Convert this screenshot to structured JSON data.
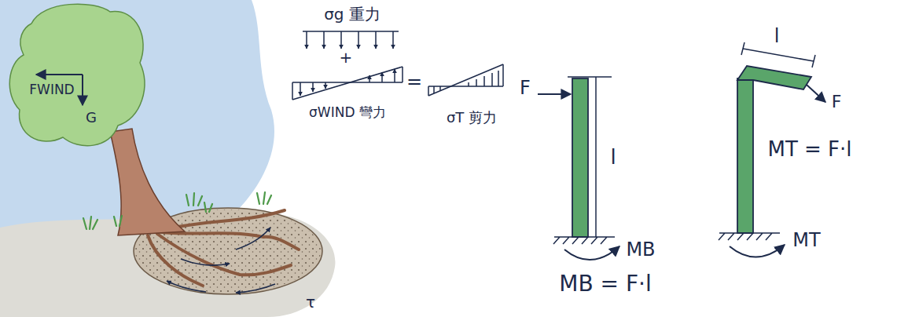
{
  "diagram": {
    "labels": [
      "FWIND",
      "G",
      "σg 重力",
      "+",
      "σWIND 彎力",
      "=",
      "σT 剪力",
      "τ",
      "F",
      "l",
      "MB",
      "MB = F·l",
      "l",
      "F",
      "MT = F·l",
      "MT"
    ]
  }
}
